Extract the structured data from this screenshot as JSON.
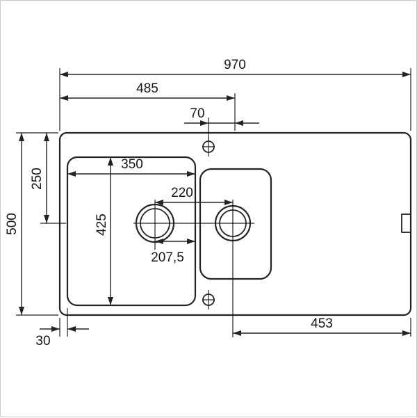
{
  "colors": {
    "line": "#232323",
    "background": "#ffffff",
    "frame_border": "#c9c9c9"
  },
  "labels": {
    "overall_width": "970",
    "half_width": "485",
    "tap_hole_offset": "70",
    "main_bowl_width": "350",
    "drain_center_spacing": "220",
    "main_bowl_length": "425",
    "drain_center_offset": "207,5",
    "top_edge_to_drain_center": "250",
    "overall_depth": "500",
    "edge_to_bowl": "30",
    "drain_center_to_right_edge": "453"
  }
}
